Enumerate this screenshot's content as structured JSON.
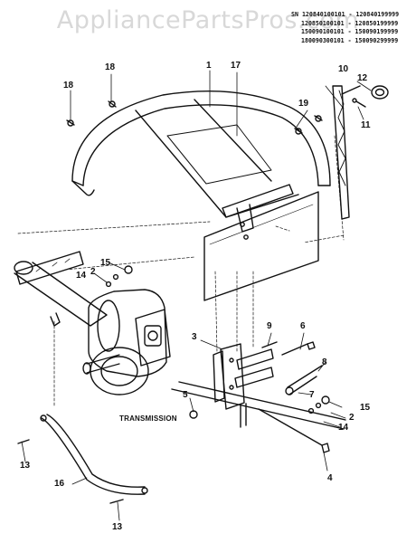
{
  "watermark": "AppliancePartsPros.com",
  "serial_header": {
    "prefix": "SN",
    "ranges": [
      "120840100101 - 120840199999",
      "120850100101 - 120850199999",
      "150090100101 - 150090199999",
      "180090300101 - 150090299999"
    ]
  },
  "callouts": {
    "c1": "1",
    "c17": "17",
    "c18a": "18",
    "c18b": "18",
    "c19": "19",
    "c10": "10",
    "c12": "12",
    "c11": "11",
    "c15a": "15",
    "c2a": "2",
    "c14a": "14",
    "c9": "9",
    "c6": "6",
    "c3": "3",
    "c8": "8",
    "c7": "7",
    "c5": "5",
    "c15b": "15",
    "c2b": "2",
    "c14b": "14",
    "c4": "4",
    "c13a": "13",
    "c13b": "13",
    "c16": "16"
  },
  "transmission_label": "TRANSMISSION",
  "colors": {
    "ink": "#111111",
    "watermark": "#d8d8d8",
    "background": "#ffffff"
  }
}
